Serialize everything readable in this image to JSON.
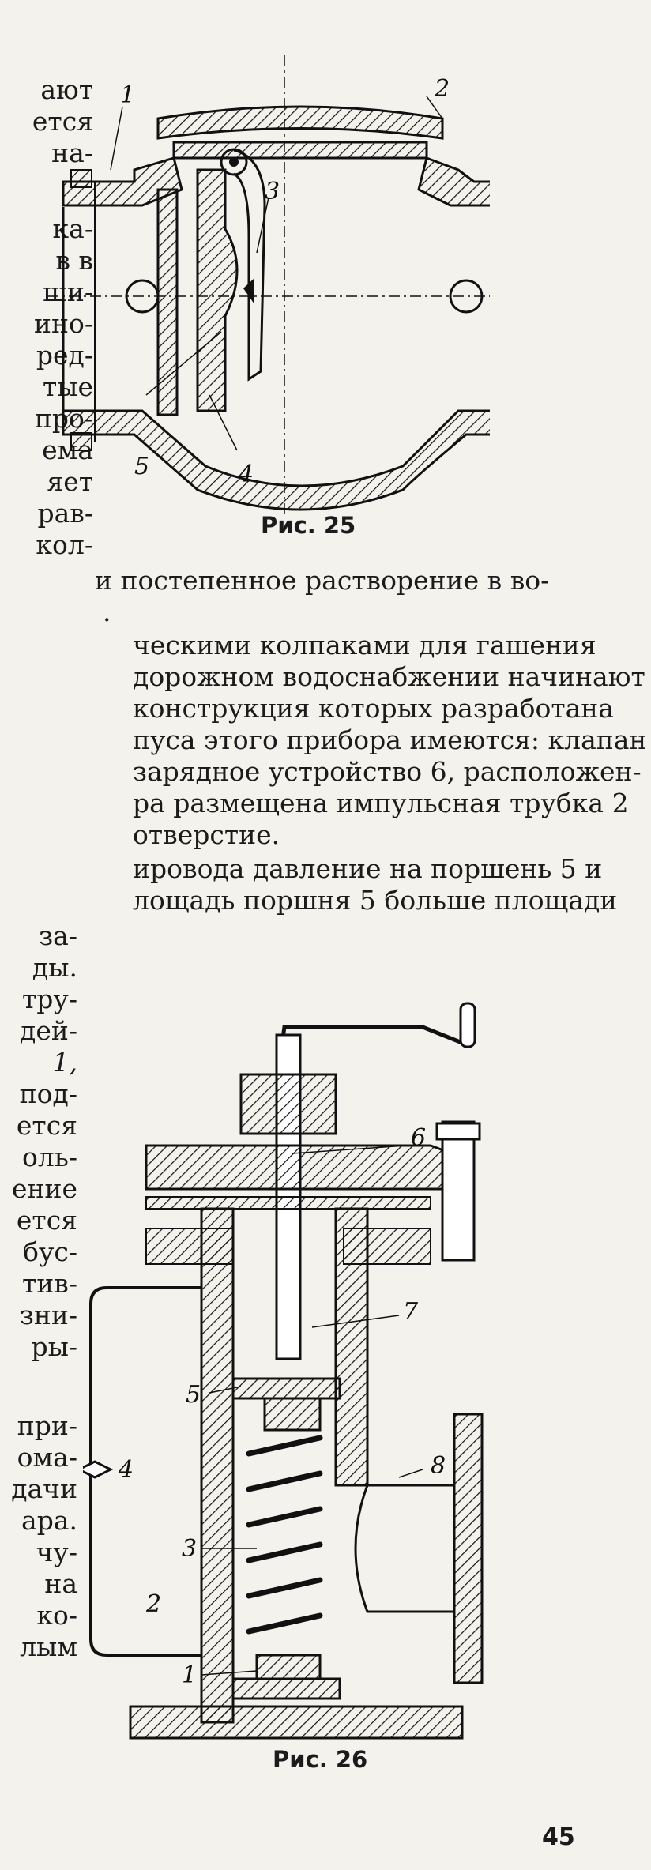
{
  "page": {
    "number": "45",
    "figure25_caption": "Рис. 25",
    "figure26_caption": "Рис. 26",
    "figure25_labels": [
      "1",
      "2",
      "3",
      "4",
      "5"
    ],
    "figure26_labels": [
      "1",
      "2",
      "3",
      "4",
      "5",
      "6",
      "7",
      "8"
    ],
    "left_column_a": [
      "ают",
      "ется",
      "на-",
      "",
      "ка-",
      "в в",
      "ши-",
      "ино-",
      "ред-",
      "тые",
      "про-",
      "ема",
      "яет",
      "рав-",
      "кол-"
    ],
    "full_lines": [
      "и постепенное растворение в во-",
      ".",
      "ческими колпаками для гашения",
      "дорожном водоснабжении начинают",
      "конструкция которых разработана",
      "пуса этого прибора имеются: клапан",
      "зарядное устройство 6, расположен-",
      "ра размещена импульсная трубка 2",
      "отверстие.",
      "ировода давление на поршень 5 и",
      "лощадь поршня 5 больше площади"
    ],
    "left_column_b": [
      "за-",
      "ды.",
      "тру-",
      "дей-",
      "1,",
      "под-",
      "ется",
      "оль-",
      "ение",
      "ется",
      "бус-",
      "тив-",
      "зни-",
      "ры-",
      "",
      "при-",
      "ома-",
      "дачи",
      "ара.",
      "чу-",
      "на",
      "ко-",
      "лым"
    ]
  }
}
